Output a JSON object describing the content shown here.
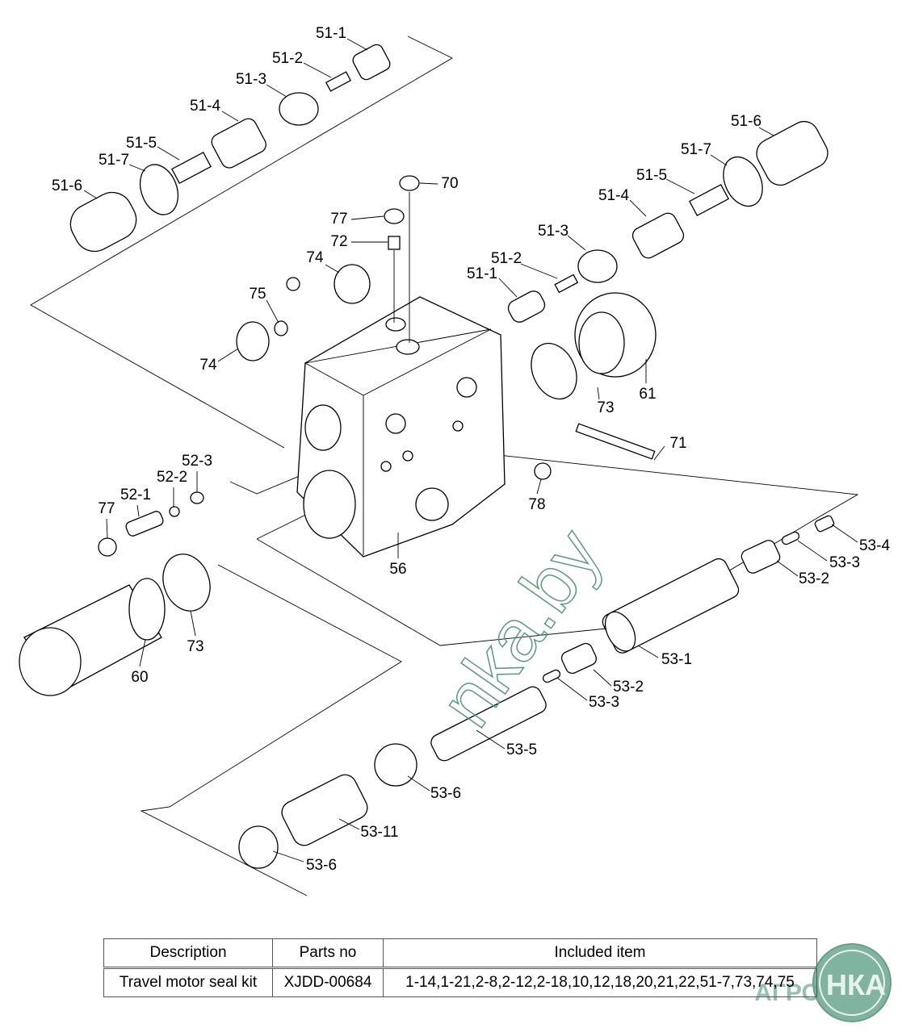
{
  "callouts": [
    "51-1",
    "51-2",
    "51-3",
    "51-4",
    "51-5",
    "51-7",
    "51-6",
    "70",
    "77",
    "72",
    "74",
    "75",
    "74",
    "51-6",
    "51-7",
    "51-5",
    "51-4",
    "51-3",
    "51-2",
    "51-1",
    "61",
    "73",
    "71",
    "78",
    "56",
    "52-3",
    "52-2",
    "52-1",
    "77",
    "73",
    "60",
    "53-4",
    "53-3",
    "53-2",
    "53-1",
    "53-2",
    "53-3",
    "53-5",
    "53-6",
    "53-11",
    "53-6"
  ],
  "watermark": "nka.by",
  "logo": {
    "text_left": "АГРО",
    "text_right": "НКА",
    "color": "#5a9a80"
  },
  "table": {
    "headers": [
      "Description",
      "Parts no",
      "Included item"
    ],
    "rows": [
      [
        "Travel motor seal kit",
        "XJDD-00684",
        "1-14,1-21,2-8,2-12,2-18,10,12,18,20,21,22,51-7,73,74,75"
      ]
    ]
  }
}
